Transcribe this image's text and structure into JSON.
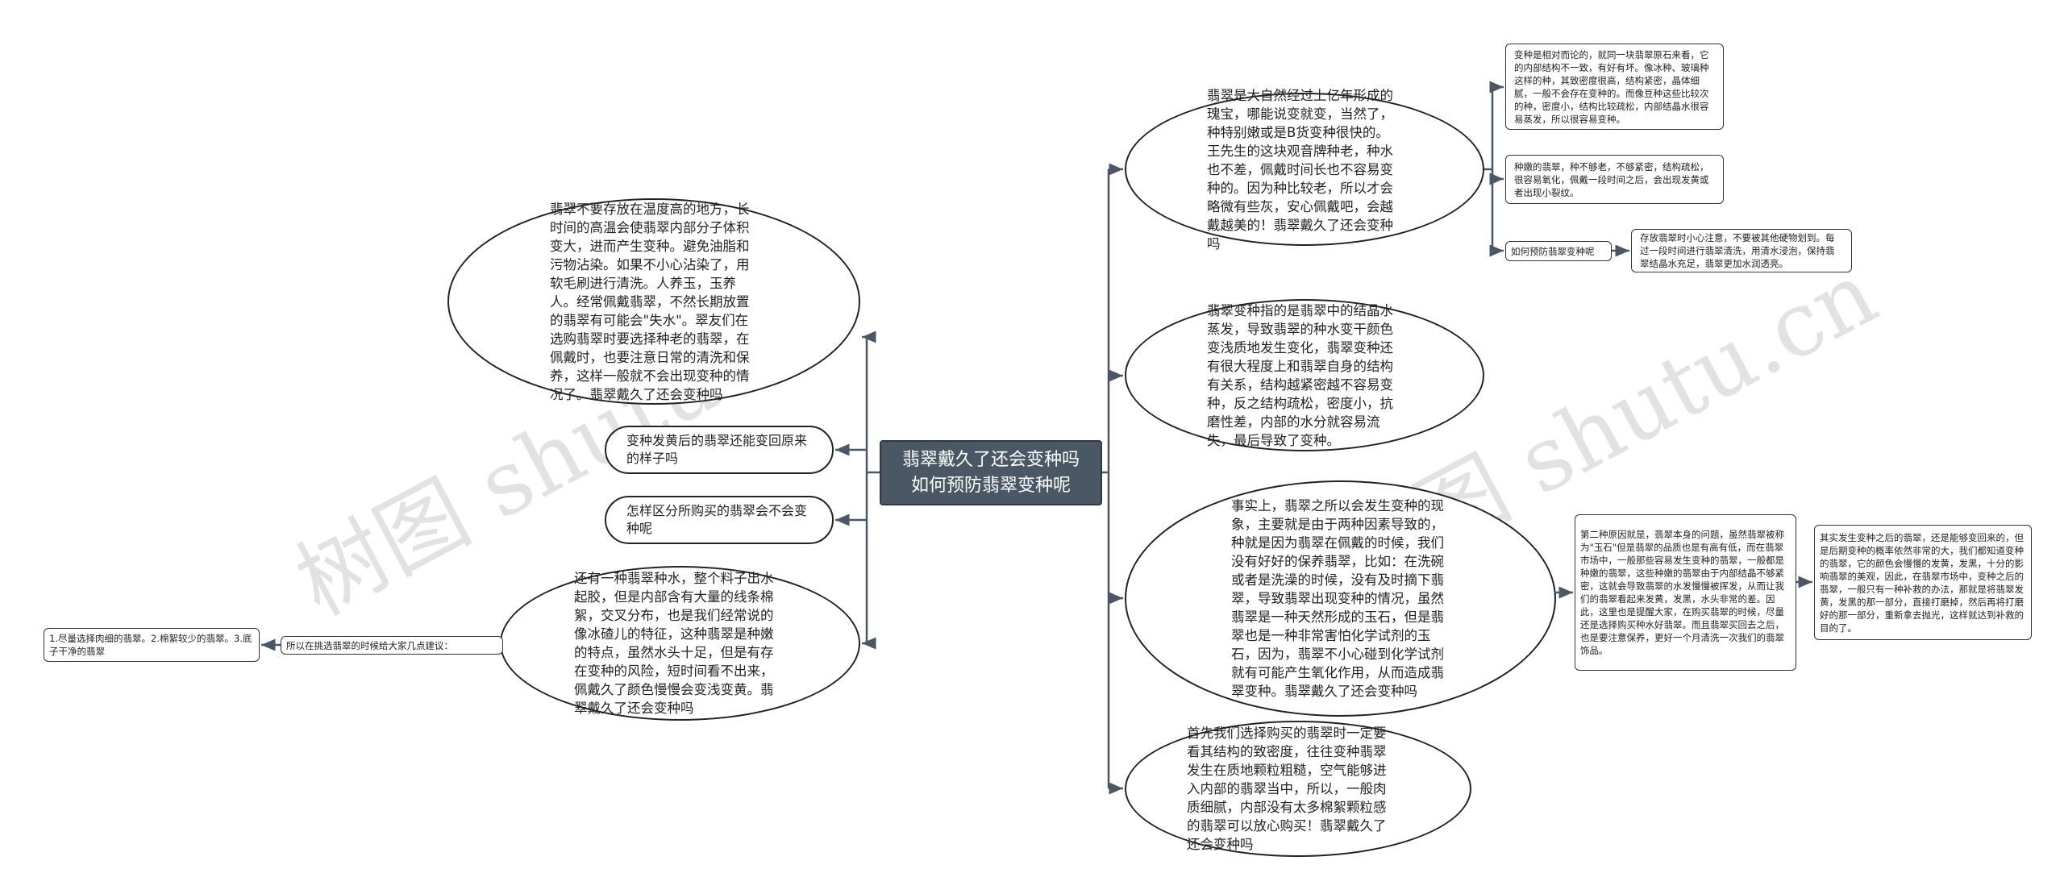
{
  "watermark": "树图 shutu.cn",
  "center": {
    "line1": "翡翠戴久了还会变种吗",
    "line2": "如何预防翡翠变种呢"
  },
  "right": [
    {
      "text": "翡翠是大自然经过上亿年形成的瑰宝，哪能说变就变，当然了，种特别嫩或是B货变种很快的。王先生的这块观音牌种老，种水也不差，佩戴时间长也不容易变种的。因为种比较老，所以才会略微有些灰，安心佩戴吧，会越戴越美的！翡翠戴久了还会变种吗"
    },
    {
      "text": "翡翠变种指的是翡翠中的结晶水蒸发，导致翡翠的种水变干颜色变浅质地发生变化，翡翠变种还有很大程度上和翡翠自身的结构有关系，结构越紧密越不容易变种，反之结构疏松，密度小，抗磨性差，内部的水分就容易流失，最后导致了变种。"
    },
    {
      "text": "事实上，翡翠之所以会发生变种的现象，主要就是由于两种因素导致的，种就是因为翡翠在佩戴的时候，我们没有好好的保养翡翠，比如：在洗碗或者是洗澡的时候，没有及时摘下翡翠，导致翡翠出现变种的情况，虽然翡翠是一种天然形成的玉石，但是翡翠也是一种非常害怕化学试剂的玉石，因为，翡翠不小心碰到化学试剂就有可能产生氧化作用，从而造成翡翠变种。翡翠戴久了还会变种吗"
    },
    {
      "text": "首先我们选择购买的翡翠时一定要看其结构的致密度，往往变种翡翠发生在质地颗粒粗糙，空气能够进入内部的翡翠当中，所以，一般肉质细腻，内部没有太多棉絮颗粒感的翡翠可以放心购买！翡翠戴久了还会变种吗"
    }
  ],
  "right_children": {
    "r1_a": "变种是相对而论的，就同一块翡翠原石来看，它的内部结构不一致，有好有坏。像冰种、玻璃种这样的种，其致密度很高，结构紧密，晶体细腻，一般不会存在变种的。而像豆种这些比较次的种，密度小，结构比较疏松，内部结晶水很容易蒸发，所以很容易变种。",
    "r1_b": "种嫩的翡翠，种不够老，不够紧密，结构疏松，很容易氧化，佩戴一段时间之后，会出现发黄或者出现小裂纹。",
    "r1_c": "如何预防翡翠变种呢",
    "r1_c_child": "存放翡翠时小心注意，不要被其他硬物划到。每过一段时间进行翡翠清洗，用清水浸泡，保持翡翠结晶水充足，翡翠更加水润透亮。",
    "r3_a": "第二种原因就是，翡翠本身的问题，虽然翡翠被称为\"玉石\"但是翡翠的品质也是有高有低，而在翡翠市场中，一般那些容易发生变种的翡翠，一般都是种嫩的翡翠，这些种嫩的翡翠由于内部结晶不够紧密，这就会导致翡翠的水发慢慢被挥发，从而让我们的翡翠看起来发黄，发黑，水头非常的差。因此，这里也是提醒大家，在购买翡翠的时候，尽量还是选择购买种水好翡翠。而且翡翠买回去之后，也是要注意保养，更好一个月清洗一次我们的翡翠饰品。",
    "r3_a_child": "其实发生变种之后的翡翠，还是能够变回来的，但是后期变种的概率依然非常的大，我们都知道变种的翡翠，它的颜色会慢慢的发黄，发黑，十分的影响翡翠的美观，因此，在翡翠市场中，变种之后的翡翠，一般只有一种补救的办法，那就是将翡翠发黄，发黑的那一部分，直接打磨掉，然后再将打磨好的那一部分，重新拿去抛光，这样就达到补救的目的了。"
  },
  "left": [
    {
      "text": "翡翠不要存放在温度高的地方，长时间的高温会使翡翠内部分子体积变大，进而产生变种。避免油脂和污物沾染。如果不小心沾染了，用软毛刷进行清洗。人养玉，玉养人。经常佩戴翡翠，不然长期放置的翡翠有可能会\"失水\"。翠友们在选购翡翠时要选择种老的翡翠，在佩戴时，也要注意日常的清洗和保养，这样一般就不会出现变种的情况了。翡翠戴久了还会变种吗"
    },
    {
      "text": "变种发黄后的翡翠还能变回原来的样子吗"
    },
    {
      "text": "怎样区分所购买的翡翠会不会变种呢"
    },
    {
      "text": "还有一种翡翠种水，整个料子出水起胶，但是内部含有大量的线条棉絮，交叉分布，也是我们经常说的像冰碴儿的特征，这种翡翠是种嫩的特点，虽然水头十足，但是有存在变种的风险，短时间看不出来，佩戴久了颜色慢慢会变浅变黄。翡翠戴久了还会变种吗"
    }
  ],
  "left_children": {
    "l4_a": "所以在挑选翡翠的时候给大家几点建议：",
    "l4_a_child": "1.尽量选择肉细的翡翠。2.棉絮较少的翡翠。3.底子干净的翡翠"
  },
  "colors": {
    "center_bg": "#4a5866",
    "line": "#4a5866",
    "border": "#222222"
  }
}
